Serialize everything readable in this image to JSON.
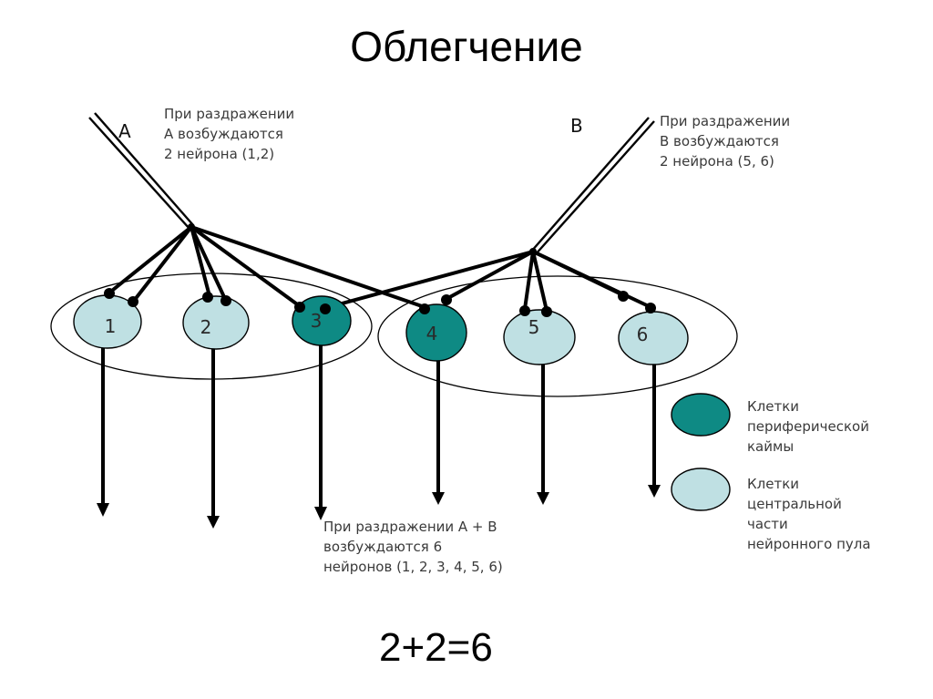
{
  "title": "Облегчение",
  "inputs": {
    "a_letter": "A",
    "b_letter": "B"
  },
  "notes": {
    "a_lines": [
      "При раздражении",
      "А возбуждаются",
      "2 нейрона (1,2)"
    ],
    "b_lines": [
      "При раздражении",
      "В возбуждаются",
      "2 нейрона (5, 6)"
    ],
    "ab_lines": [
      "При раздражении А + В",
      "возбуждаются  6",
      "нейронов (1, 2, 3, 4, 5, 6)"
    ]
  },
  "neurons": [
    {
      "label": "1",
      "type": "central"
    },
    {
      "label": "2",
      "type": "central"
    },
    {
      "label": "3",
      "type": "peripheral"
    },
    {
      "label": "4",
      "type": "peripheral"
    },
    {
      "label": "5",
      "type": "central"
    },
    {
      "label": "6",
      "type": "central"
    }
  ],
  "legend": {
    "peripheral_lines": [
      "Клетки",
      "периферической",
      "каймы"
    ],
    "central_lines": [
      "Клетки",
      "центральной",
      "части",
      "нейронного пула"
    ]
  },
  "formula": "2+2=6",
  "colors": {
    "peripheral_fill": "#0e8a84",
    "central_fill": "#bfe0e3",
    "line": "#000000"
  }
}
